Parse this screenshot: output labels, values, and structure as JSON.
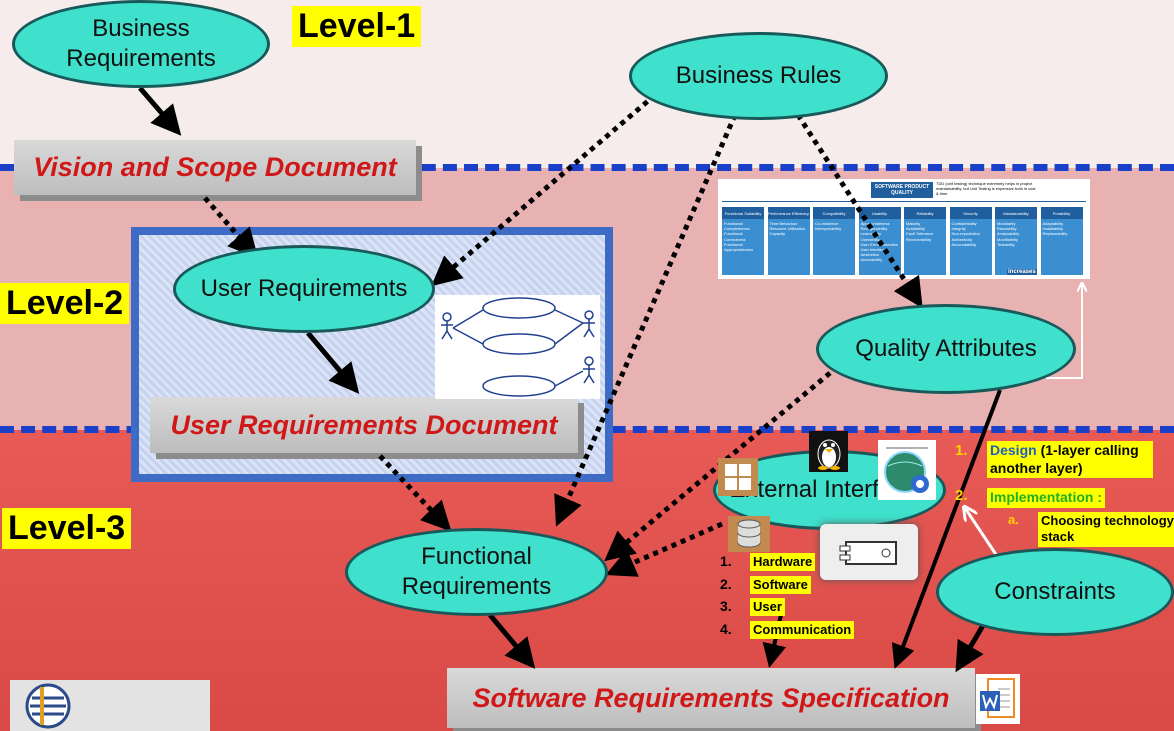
{
  "levels": {
    "level1": "Level-1",
    "level2": "Level-2",
    "level3": "Level-3"
  },
  "nodes": {
    "business_requirements": "Business Requirements",
    "business_rules": "Business Rules",
    "user_requirements": "User Requirements",
    "quality_attributes": "Quality Attributes",
    "external_interfaces": "External Interfaces",
    "functional_requirements": "Functional Requirements",
    "constraints": "Constraints"
  },
  "documents": {
    "vision_scope": "Vision and Scope Document",
    "urd": "User Requirements Document",
    "srs": "Software Requirements Specification"
  },
  "interfaces_list": [
    {
      "num": "1.",
      "label": "Hardware"
    },
    {
      "num": "2.",
      "label": "Software"
    },
    {
      "num": "3.",
      "label": "User"
    },
    {
      "num": "4.",
      "label": "Communication"
    }
  ],
  "constraints_notes": {
    "item1_num": "1.",
    "item1_strong": "Design",
    "item1_rest": " (1-layer calling another layer)",
    "item2_num": "2.",
    "item2_label": "Implementation :",
    "item2a_num": "a.",
    "item2a_label": "Choosing technology stack"
  },
  "quality_table": {
    "title": "SOFTWARE PRODUCT QUALITY",
    "note": "TDD (unit testing) technique extremely helps in project maintainability, but Unit Testing is expensive both in cost & time",
    "increases": "increases",
    "columns": [
      {
        "name": "Functional Suitability",
        "items": [
          "Functional Completeness",
          "Functional Correctness",
          "Functional Appropriateness"
        ]
      },
      {
        "name": "Performance Efficiency",
        "items": [
          "Time Behaviour",
          "Resource Utilization",
          "Capacity"
        ]
      },
      {
        "name": "Compatibility",
        "items": [
          "Co-existence",
          "Interoperability"
        ]
      },
      {
        "name": "Usability",
        "items": [
          "Appropriateness Recognizability",
          "Learnability",
          "Operability",
          "User Error Protection",
          "User Interface Aesthetics",
          "Accessibility"
        ]
      },
      {
        "name": "Reliability",
        "items": [
          "Maturity",
          "Availability",
          "Fault Tolerance",
          "Recoverability"
        ]
      },
      {
        "name": "Security",
        "items": [
          "Confidentiality",
          "Integrity",
          "Non-repudiation",
          "Authenticity",
          "Accountability"
        ]
      },
      {
        "name": "Maintainability",
        "items": [
          "Modularity",
          "Reusability",
          "Analysability",
          "Modifiability",
          "Testability"
        ]
      },
      {
        "name": "Portability",
        "items": [
          "Adaptability",
          "Installability",
          "Replaceability"
        ]
      }
    ]
  },
  "colors": {
    "ellipse": "#3fe0cc",
    "dash": "#1a3fc9",
    "doc_text": "#d01818",
    "highlight": "#ffff00"
  }
}
